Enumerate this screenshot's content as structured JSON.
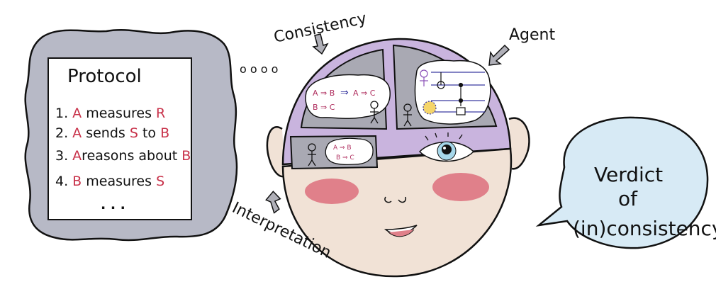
{
  "protocol": {
    "title": "Protocol",
    "steps": [
      {
        "num": "1.",
        "parts": [
          {
            "t": "A",
            "red": true
          },
          {
            "t": " measures "
          },
          {
            "t": "R",
            "red": true
          }
        ]
      },
      {
        "num": "2.",
        "parts": [
          {
            "t": "A",
            "red": true
          },
          {
            "t": " sends "
          },
          {
            "t": "S",
            "red": true
          },
          {
            "t": " to "
          },
          {
            "t": "B",
            "red": true
          }
        ]
      },
      {
        "num": "3.",
        "parts": [
          {
            "t": "A",
            "red": true
          },
          {
            "t": "reasons about "
          },
          {
            "t": "B",
            "red": true
          }
        ]
      },
      {
        "num": "4.",
        "parts": [
          {
            "t": "B",
            "red": true
          },
          {
            "t": " measures "
          },
          {
            "t": "S",
            "red": true
          }
        ]
      }
    ],
    "ellipsis": ". . ."
  },
  "thought_dots": "o o o o",
  "labels": {
    "consistency": "Consistency",
    "agent": "Agent",
    "interpretation": "Interpretation"
  },
  "consistency_bubble": {
    "line1a": "A ⇒ B",
    "arrow": "⇒",
    "line1b": "A ⇒ C",
    "line2": "B ⇒ C"
  },
  "interpretation_bubble": {
    "line1": "A ⇒ B",
    "line2": "B ⇒ C"
  },
  "verdict": {
    "line1": "Verdict",
    "line2": "of",
    "line3": "(in)consistency"
  },
  "colors": {
    "cloud": "#b7b9c6",
    "brain_frame": "#c9b4de",
    "compartment": "#a9a9b3",
    "face": "#f1e2d6",
    "cheek": "#e0808a",
    "speech": "#d7eaf5",
    "accent_red": "#c8324a",
    "accent_blue": "#3a3aa0"
  }
}
